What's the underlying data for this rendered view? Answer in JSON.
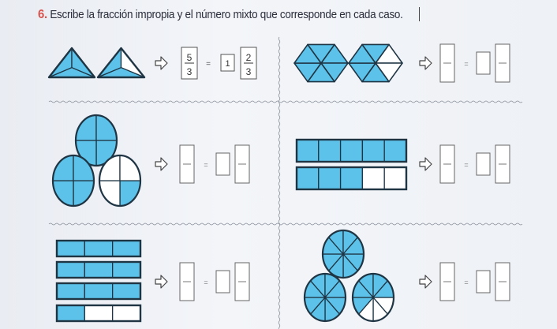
{
  "exercise": {
    "number": "6.",
    "instruction": "Escribe la fracción impropia y el número mixto que corresponde en cada caso."
  },
  "example_answer": {
    "improper_numerator": "5",
    "improper_denominator": "3",
    "whole": "1",
    "mixed_numerator": "2",
    "mixed_denominator": "3"
  },
  "equals_sign": "=",
  "colors": {
    "shaded": "#5cc2ea",
    "outline": "#1f3544",
    "accent": "#d9534f"
  }
}
